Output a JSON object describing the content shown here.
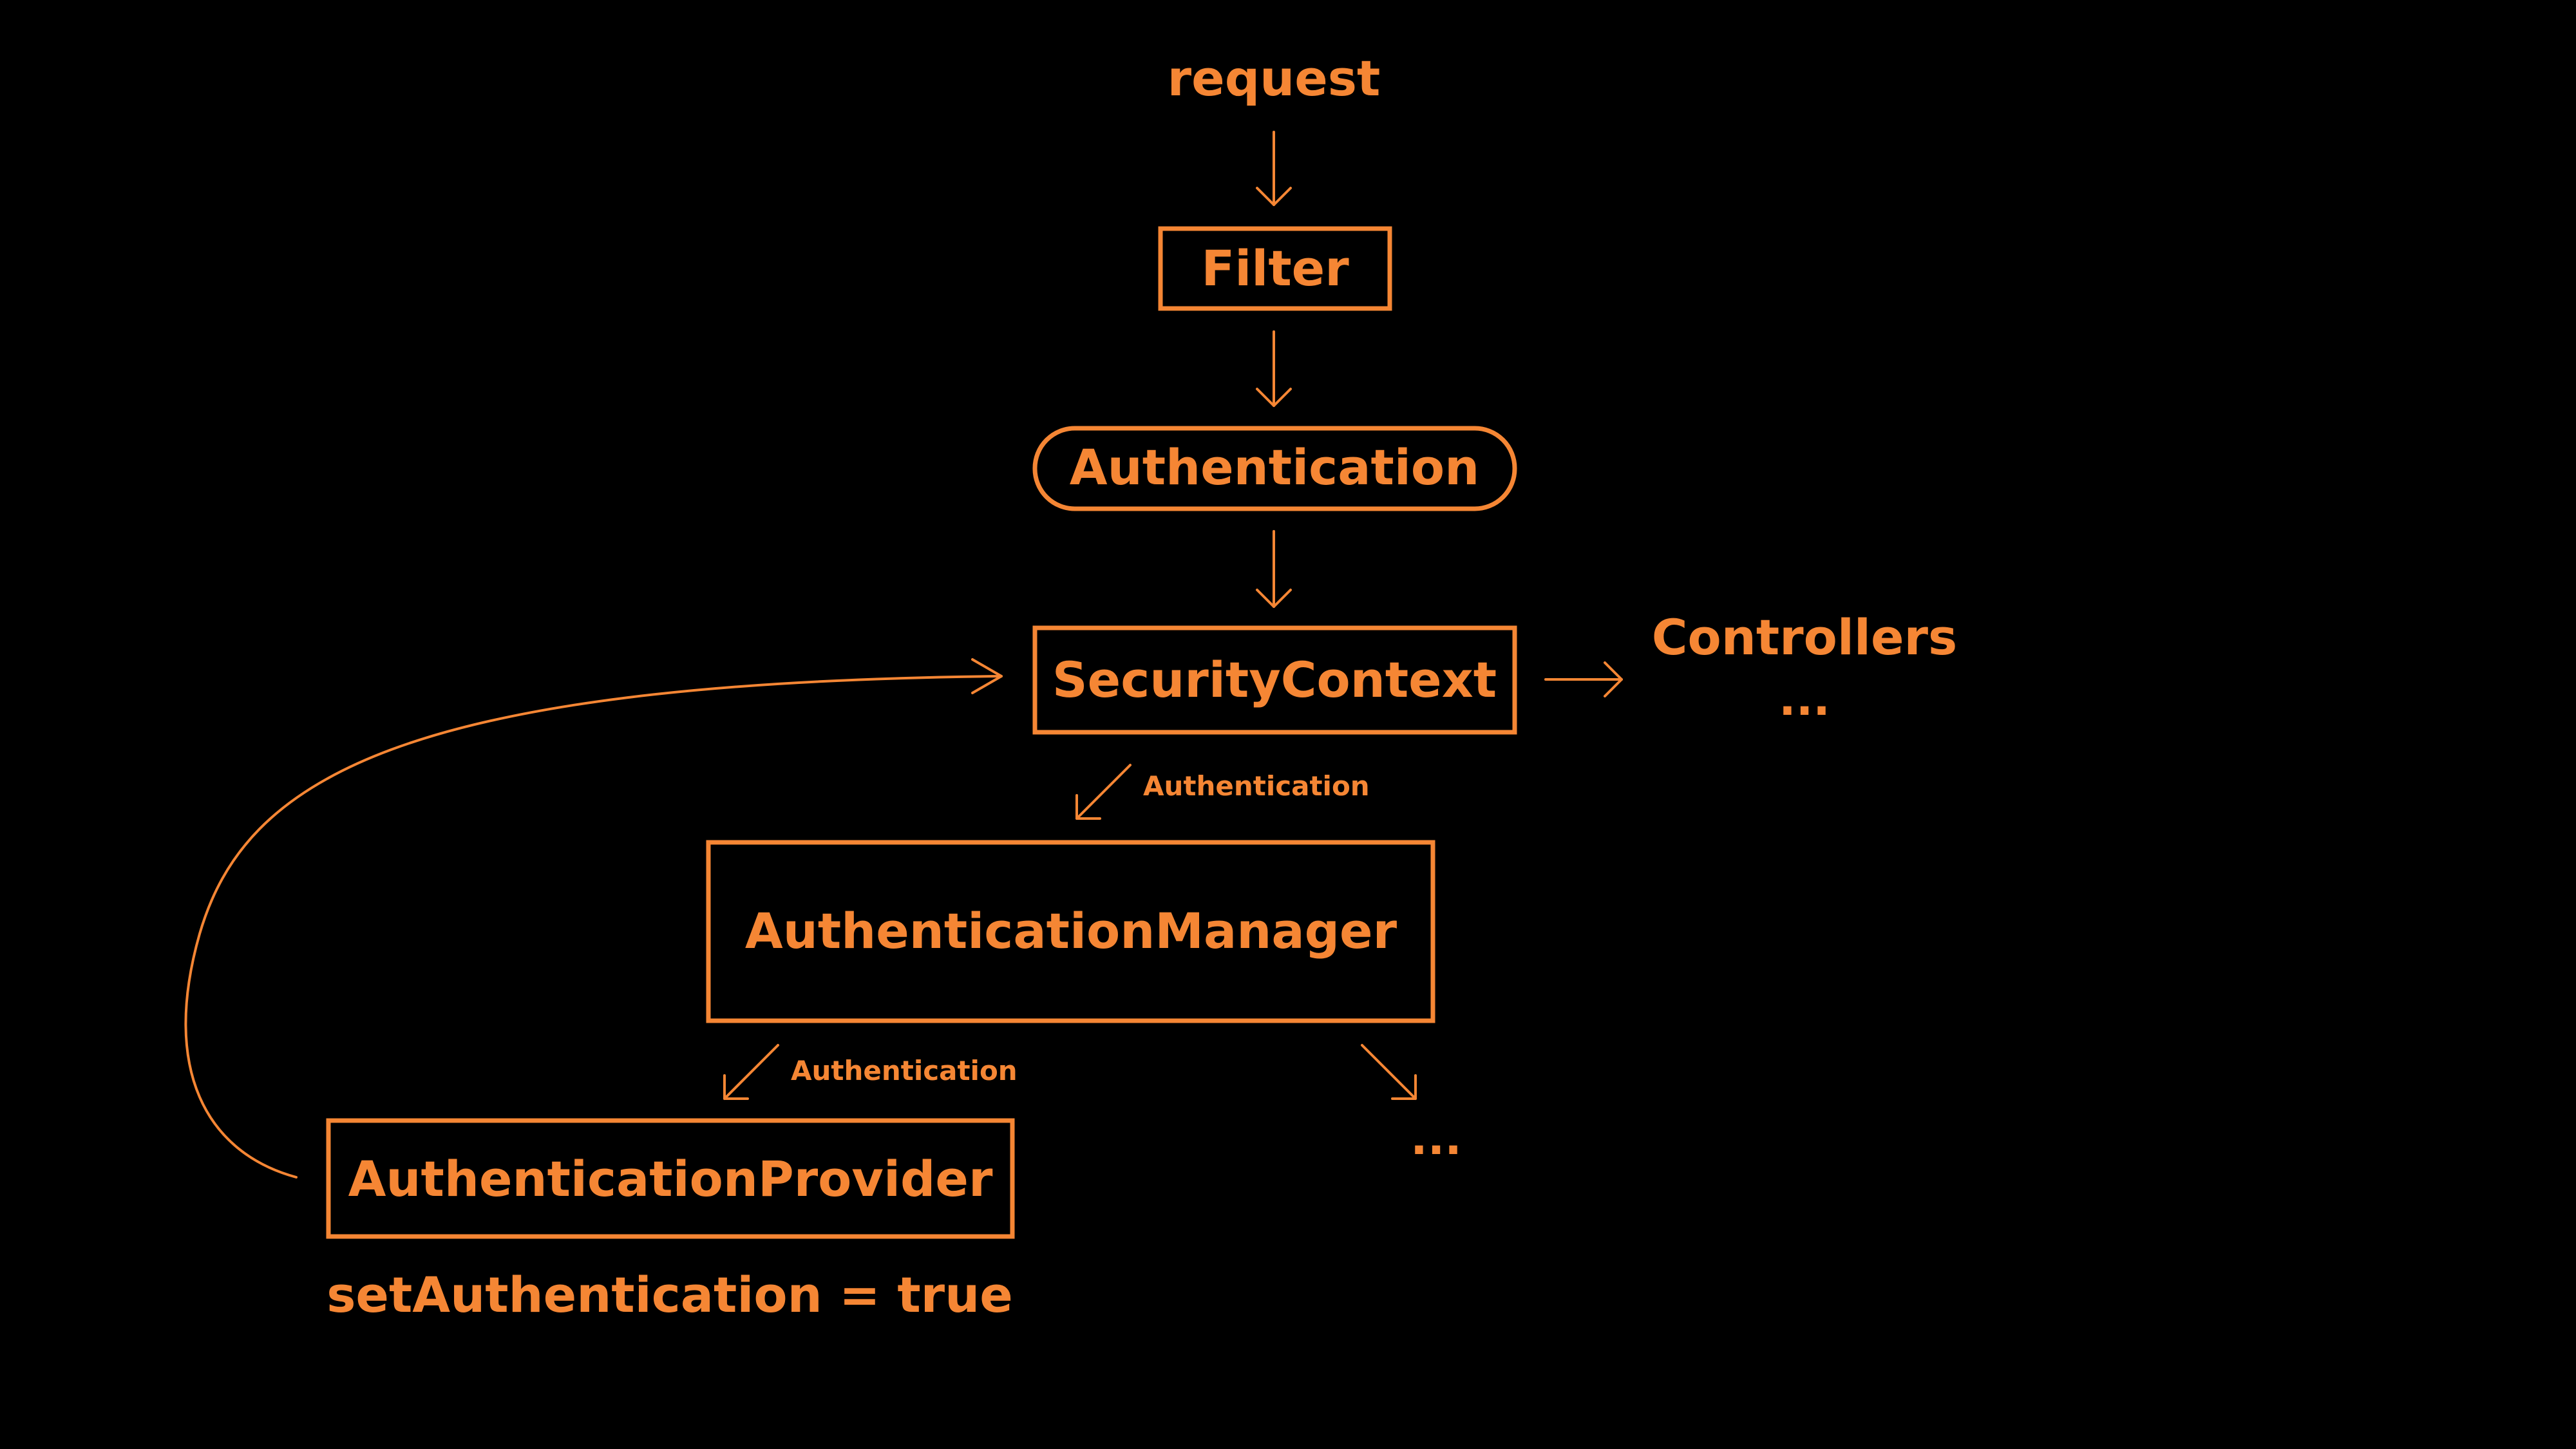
{
  "colors": {
    "background": "#000000",
    "accent": "#F58634"
  },
  "nodes": {
    "request": "request",
    "filter": "Filter",
    "authentication": "Authentication",
    "security_context": "SecurityContext",
    "controllers": "Controllers",
    "controllers_more": "...",
    "authentication_manager": "AuthenticationManager",
    "manager_more": "...",
    "authentication_provider": "AuthenticationProvider",
    "set_authentication": "setAuthentication = true"
  },
  "edge_labels": {
    "context_to_manager": "Authentication",
    "manager_to_provider": "Authentication"
  }
}
